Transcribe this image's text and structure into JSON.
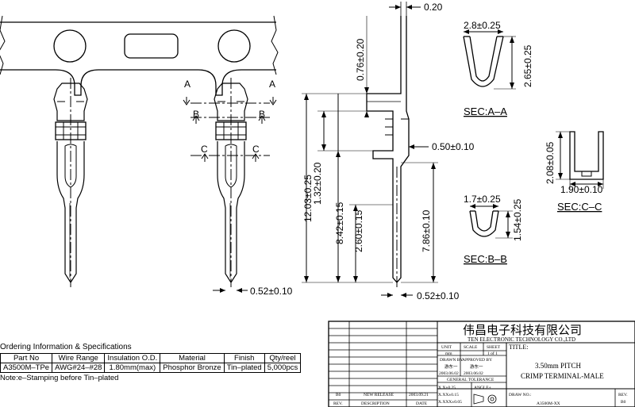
{
  "dimensions": {
    "top_thickness": "0.20",
    "sec_aa_width": "2.8±0.25",
    "sec_aa_height": "2.65±0.25",
    "sec_aa_label": "SEC:A–A",
    "sec_cc_height": "2.08±0.05",
    "sec_cc_width": "1.90±0.10",
    "sec_cc_label": "SEC:C–C",
    "sec_bb_width": "1.7±0.25",
    "sec_bb_height": "1.54±0.25",
    "sec_bb_label": "SEC:B–B",
    "dim_076": "0.76±0.20",
    "dim_050": "0.50±0.10",
    "dim_1203": "12.03±0.25",
    "dim_132": "1.32±0.20",
    "dim_842": "8.42±0.15",
    "dim_260": "2.60±0.15",
    "dim_786": "7.86±0.10",
    "pin_width_left": "0.52±0.10",
    "pin_width_right": "0.52±0.10",
    "section_a": "A",
    "section_b": "B",
    "section_c": "C"
  },
  "ordering": {
    "title": "Ordering Information & Specifications",
    "headers": [
      "Part No",
      "Wire Range",
      "Insulation O.D.",
      "Material",
      "Finish",
      "Qty/reel"
    ],
    "row": [
      "A3500M–TPe",
      "AWG#24–#28",
      "1.80mm(max)",
      "Phosphor Bronze",
      "Tin–plated",
      "5,000pcs"
    ],
    "note": "Note:e–Stamping before Tin–plated"
  },
  "title_block": {
    "company_cn": "伟昌电子科技有限公司",
    "company_en": "TEN ELECTRONIC TECHNOLOGY CO.,LTD",
    "unit_label": "UNIT",
    "unit_value": "mm",
    "scale_label": "SCALE",
    "sheet_label": "SHEET",
    "sheet_value": "1 of 1",
    "title_label": "TITLE:",
    "drawn_label": "DRAWN BY",
    "drawn_name": "游东一",
    "drawn_date": "2003.06.02",
    "approved_label": "APPROVED BY",
    "approved_name": "游东一",
    "approved_date": "2003.06.02",
    "product_title_1": "3.50mm PITCH",
    "product_title_2": "CRIMP TERMINAL-MALE",
    "tolerance_label": "GENERAL TOLERANCE",
    "tol_1": "X.X±0.25",
    "tol_2": "X.XX±0.15",
    "tol_3": "X.XXX±0.05",
    "angle_label": "ANGLE±",
    "rev_no": "B0",
    "rev_desc": "NEW RELEASE",
    "rev_date": "2003.09.21",
    "rev_head": "REV.",
    "desc_head": "DESCRIPTION",
    "date_head": "DATE",
    "drawing_no_label": "DRAW NO.:",
    "drawing_no": "A3500M-XX",
    "rev_label_right": "REV.",
    "rev_value_right": "B0"
  }
}
